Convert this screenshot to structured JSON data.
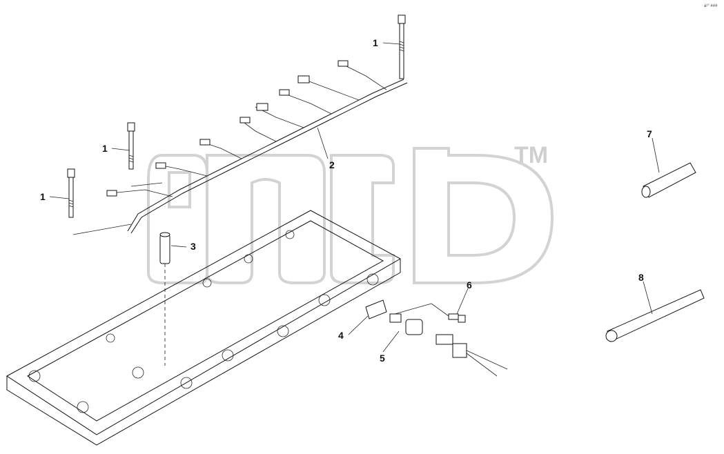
{
  "diagram": {
    "reference_code": "a¹° ###",
    "watermark": {
      "tm": "TM"
    },
    "callouts": [
      {
        "id": "c1a",
        "label": "1"
      },
      {
        "id": "c1b",
        "label": "1"
      },
      {
        "id": "c1c",
        "label": "1"
      },
      {
        "id": "c2",
        "label": "2"
      },
      {
        "id": "c3",
        "label": "3"
      },
      {
        "id": "c4",
        "label": "4"
      },
      {
        "id": "c5",
        "label": "5"
      },
      {
        "id": "c6",
        "label": "6"
      },
      {
        "id": "c7",
        "label": "7"
      },
      {
        "id": "c8",
        "label": "8"
      }
    ]
  }
}
